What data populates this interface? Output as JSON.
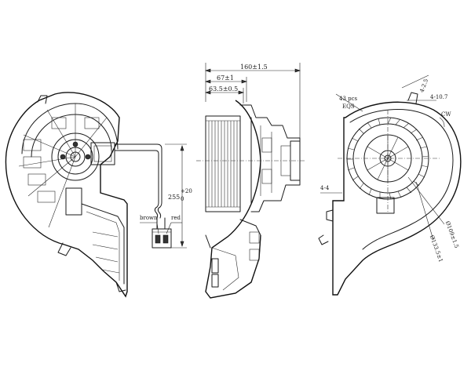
{
  "dimensions": {
    "overall_width": "160±1.5",
    "outer_depth": "67±1",
    "inner_depth": "63.5±0.5",
    "cable_length_main": "255",
    "cable_length_tol_sup": "+20",
    "cable_length_tol_sub": "0",
    "blade_count": "43 pcs",
    "blade_spacing": "EQS",
    "angle_top": "4-2.5",
    "angle_mid": "4-10.7",
    "rotation": "CW",
    "slot": "4-4",
    "diameter_outer": "Ø109±1.5",
    "diameter_inner": "Ø133.5±1"
  },
  "wires": {
    "left": "brown",
    "right": "red"
  }
}
